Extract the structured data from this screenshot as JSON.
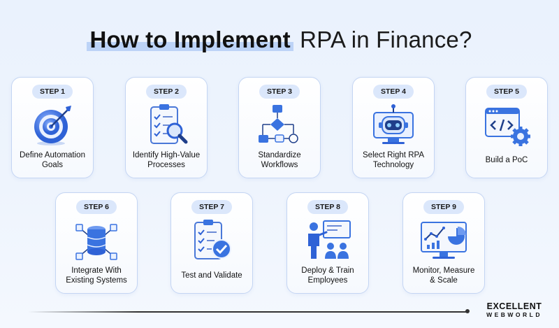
{
  "title": {
    "highlight": "How to Implement",
    "rest": " RPA in Finance?"
  },
  "steps": [
    {
      "step": "STEP 1",
      "label": "Define Automation\nGoals",
      "icon": "target-icon"
    },
    {
      "step": "STEP 2",
      "label": "Identify High-Value\nProcesses",
      "icon": "checklist-magnifier-icon"
    },
    {
      "step": "STEP 3",
      "label": "Standardize\nWorkflows",
      "icon": "flowchart-icon"
    },
    {
      "step": "STEP 4",
      "label": "Select Right RPA\nTechnology",
      "icon": "robot-monitor-icon"
    },
    {
      "step": "STEP 5",
      "label": "Build a PoC",
      "icon": "code-window-gear-icon"
    },
    {
      "step": "STEP 6",
      "label": "Integrate With\nExisting Systems",
      "icon": "database-network-icon"
    },
    {
      "step": "STEP 7",
      "label": "Test and Validate",
      "icon": "clipboard-check-icon"
    },
    {
      "step": "STEP 8",
      "label": "Deploy & Train\nEmployees",
      "icon": "presenter-training-icon"
    },
    {
      "step": "STEP 9",
      "label": "Monitor, Measure\n& Scale",
      "icon": "analytics-dashboard-icon"
    }
  ],
  "logo": {
    "line1": "EXCELLENT",
    "line2": "WEBWORLD"
  },
  "colors": {
    "accent": "#3a73e0",
    "accent_light": "#bcd3f7",
    "card_border": "#c4d5f3",
    "pill": "#dbe7fb"
  }
}
